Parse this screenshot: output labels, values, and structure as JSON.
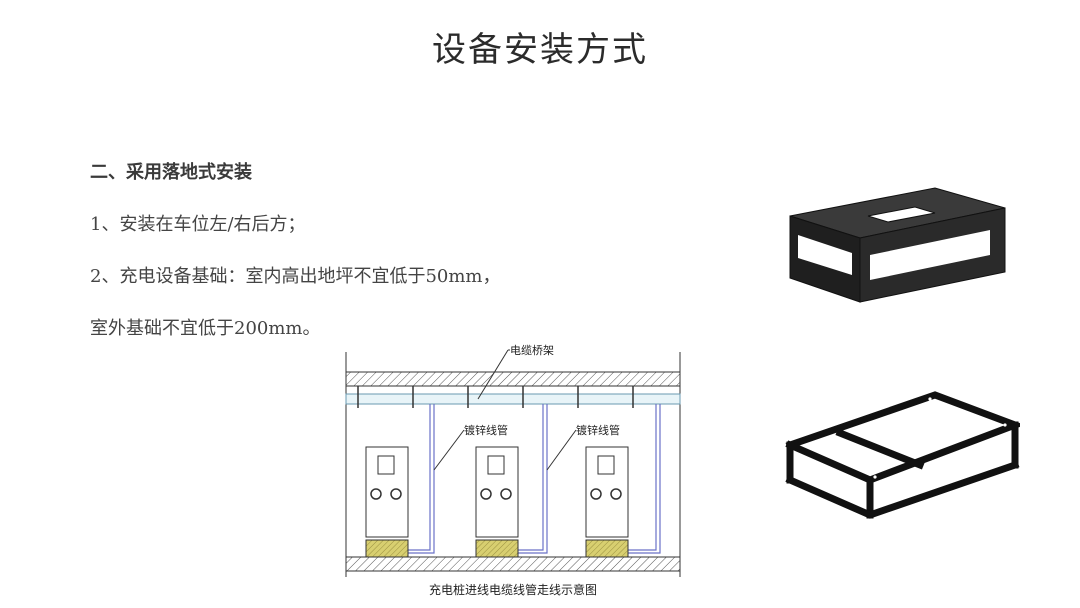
{
  "slide": {
    "title": "设备安装方式",
    "heading": "二、采用落地式安装",
    "lines": [
      "1、安装在车位左/右后方；",
      "2、充电设备基础：室内高出地坪不宜低于50mm，",
      "室外基础不宜低于200mm。"
    ]
  },
  "diagram": {
    "labels": {
      "cable_tray": "电缆桥架",
      "conduit_1": "镀锌线管",
      "conduit_2": "镀锌线管",
      "caption": "充电桩进线电缆线管走线示意图"
    }
  },
  "colors": {
    "frame_black": "#1a1a1a",
    "pad_yellow": "#d8cf70",
    "pipe_blue": "#6a72c8"
  }
}
